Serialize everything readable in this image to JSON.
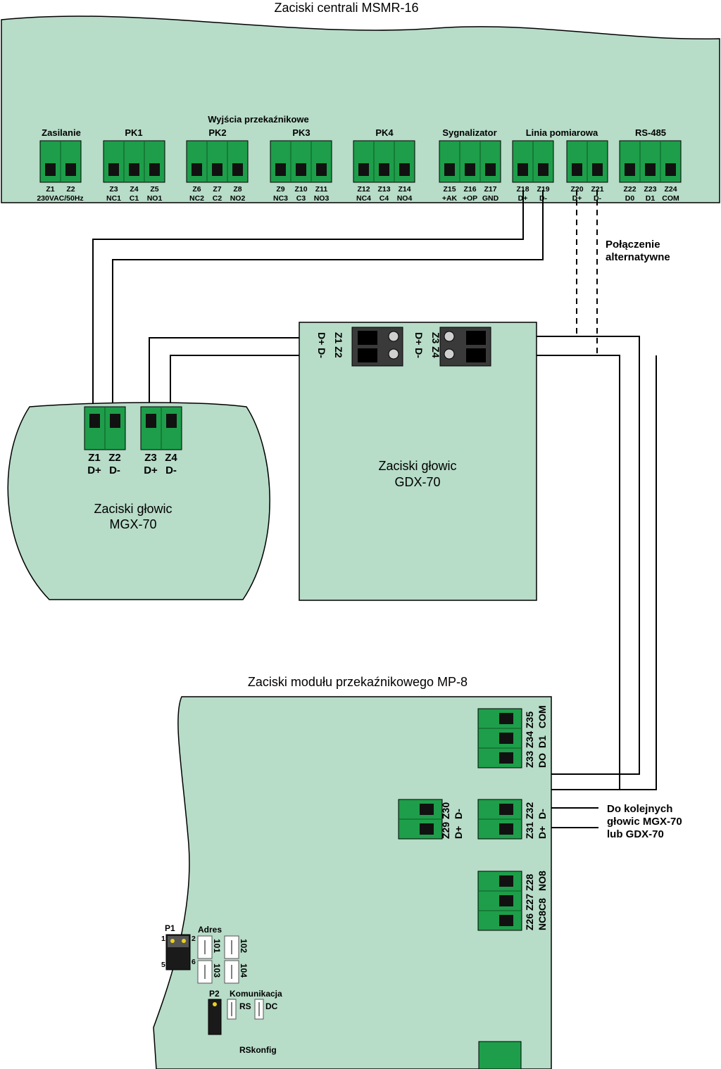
{
  "msmr": {
    "title": "Zaciski centrali MSMR-16",
    "outputs_title": "Wyjścia przekaźnikowe",
    "groups": [
      "Zasilanie",
      "PK1",
      "PK2",
      "PK3",
      "PK4",
      "Sygnalizator",
      "Linia pomiarowa",
      "RS-485"
    ],
    "terminals": [
      {
        "id": "Z1",
        "sub": "230VAC/50Hz"
      },
      {
        "id": "Z2",
        "sub": ""
      },
      {
        "id": "Z3",
        "sub": "NC1"
      },
      {
        "id": "Z4",
        "sub": "C1"
      },
      {
        "id": "Z5",
        "sub": "NO1"
      },
      {
        "id": "Z6",
        "sub": "NC2"
      },
      {
        "id": "Z7",
        "sub": "C2"
      },
      {
        "id": "Z8",
        "sub": "NO2"
      },
      {
        "id": "Z9",
        "sub": "NC3"
      },
      {
        "id": "Z10",
        "sub": "C3"
      },
      {
        "id": "Z11",
        "sub": "NO3"
      },
      {
        "id": "Z12",
        "sub": "NC4"
      },
      {
        "id": "Z13",
        "sub": "C4"
      },
      {
        "id": "Z14",
        "sub": "NO4"
      },
      {
        "id": "Z15",
        "sub": "+AK"
      },
      {
        "id": "Z16",
        "sub": "+OP"
      },
      {
        "id": "Z17",
        "sub": "GND"
      },
      {
        "id": "Z18",
        "sub": "D+"
      },
      {
        "id": "Z19",
        "sub": "D-"
      },
      {
        "id": "Z20",
        "sub": "D+"
      },
      {
        "id": "Z21",
        "sub": "D-"
      },
      {
        "id": "Z22",
        "sub": "D0"
      },
      {
        "id": "Z23",
        "sub": "D1"
      },
      {
        "id": "Z24",
        "sub": "COM"
      }
    ]
  },
  "alt": {
    "line1": "Połączenie",
    "line2": "alternatywne"
  },
  "mgx": {
    "line1": "Zaciski głowic",
    "line2": "MGX-70",
    "terminals": [
      {
        "id": "Z1",
        "sub": "D+"
      },
      {
        "id": "Z2",
        "sub": "D-"
      },
      {
        "id": "Z3",
        "sub": "D+"
      },
      {
        "id": "Z4",
        "sub": "D-"
      }
    ]
  },
  "gdx": {
    "line1": "Zaciski głowic",
    "line2": "GDX-70",
    "left_ids": "Z1 Z2",
    "left_subs": "D+ D-",
    "right_ids": "Z3 Z4",
    "right_subs": "D+ D-"
  },
  "mp8": {
    "title": "Zaciski modułu przekaźnikowego MP-8",
    "t_top": {
      "ids": [
        "Z33",
        "Z34",
        "Z35"
      ],
      "subs": [
        "DO",
        "D1",
        "COM"
      ]
    },
    "t_mid_left": {
      "ids": [
        "Z29",
        "Z30"
      ],
      "subs": [
        "D+",
        "D-"
      ]
    },
    "t_mid_right": {
      "ids": [
        "Z31",
        "Z32"
      ],
      "subs": [
        "D+",
        "D-"
      ]
    },
    "t_bottom": {
      "ids": [
        "Z26",
        "Z27",
        "Z28"
      ],
      "subs": [
        "NC8",
        "C8",
        "NO8"
      ]
    },
    "note": {
      "line1": "Do kolejnych",
      "line2": "głowic MGX-70",
      "line3": "lub GDX-70"
    },
    "p1": "P1",
    "p1_pins": [
      "1",
      "2",
      "5",
      "6"
    ],
    "adres": "Adres",
    "addr_switches": [
      "101",
      "102",
      "103",
      "104"
    ],
    "p2": "P2",
    "komunikacja": "Komunikacja",
    "rs": "RS",
    "dc": "DC",
    "rskonfig": "RSkonfig"
  },
  "colors": {
    "board": "#b7dcc8",
    "terminal": "#1e9e4a",
    "dark_terminal": "#3a3a3a",
    "wire": "#000000"
  }
}
